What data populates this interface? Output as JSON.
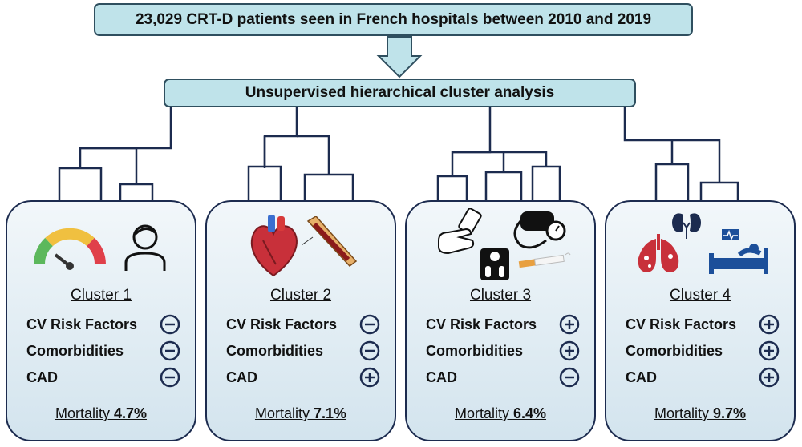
{
  "header": {
    "title": "23,029 CRT-D patients seen in French hospitals between 2010 and 2019"
  },
  "analysis": {
    "title": "Unsupervised hierarchical cluster analysis"
  },
  "clusters": [
    {
      "title": "Cluster 1",
      "mortality_label": "Mortality ",
      "mortality": "4.7%",
      "rows": [
        {
          "label": "CV Risk Factors",
          "sign": "minus"
        },
        {
          "label": "Comorbidities",
          "sign": "minus"
        },
        {
          "label": "CAD",
          "sign": "minus"
        }
      ],
      "icons": [
        "gauge-icon",
        "person-icon"
      ]
    },
    {
      "title": "Cluster 2",
      "mortality_label": "Mortality ",
      "mortality": "7.1%",
      "rows": [
        {
          "label": "CV Risk Factors",
          "sign": "minus"
        },
        {
          "label": "Comorbidities",
          "sign": "minus"
        },
        {
          "label": "CAD",
          "sign": "plus"
        }
      ],
      "icons": [
        "heart-icon",
        "artery-icon"
      ]
    },
    {
      "title": "Cluster 3",
      "mortality_label": "Mortality ",
      "mortality": "6.4%",
      "rows": [
        {
          "label": "CV Risk Factors",
          "sign": "plus"
        },
        {
          "label": "Comorbidities",
          "sign": "plus"
        },
        {
          "label": "CAD",
          "sign": "minus"
        }
      ],
      "icons": [
        "glucometer-icon",
        "blood-pressure-icon",
        "scale-icon",
        "cigarette-icon"
      ]
    },
    {
      "title": "Cluster 4",
      "mortality_label": "Mortality ",
      "mortality": "9.7%",
      "rows": [
        {
          "label": "CV Risk Factors",
          "sign": "plus"
        },
        {
          "label": "Comorbidities",
          "sign": "plus"
        },
        {
          "label": "CAD",
          "sign": "plus"
        }
      ],
      "icons": [
        "kidneys-icon",
        "lungs-icon",
        "hospital-bed-icon"
      ]
    }
  ],
  "colors": {
    "box_fill": "#bfe3ea",
    "panel_border": "#1c2b4f",
    "sign_color": "#1c2b4f"
  }
}
